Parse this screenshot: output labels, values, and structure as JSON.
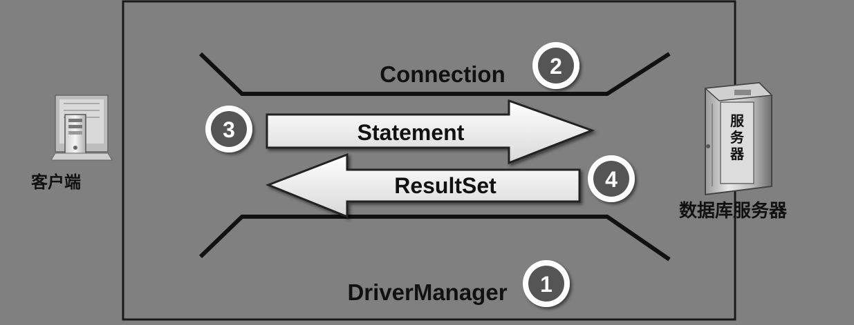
{
  "client": {
    "label": "客户端",
    "icon": "desktop-computer-icon"
  },
  "server": {
    "label": "数据库服务器",
    "panel_text": [
      "服",
      "务",
      "器"
    ],
    "icon": "server-tower-icon"
  },
  "connection": {
    "label": "Connection",
    "step": "2"
  },
  "statement": {
    "label": "Statement",
    "step": "3"
  },
  "resultset": {
    "label": "ResultSet",
    "step": "4"
  },
  "drivermanager": {
    "label": "DriverManager",
    "step": "1"
  },
  "colors": {
    "background": "#808080",
    "frame": "#1a1a1a",
    "arrow_fill": "#eeeeee",
    "badge_fill": "#555555",
    "badge_ring": "#ffffff"
  }
}
